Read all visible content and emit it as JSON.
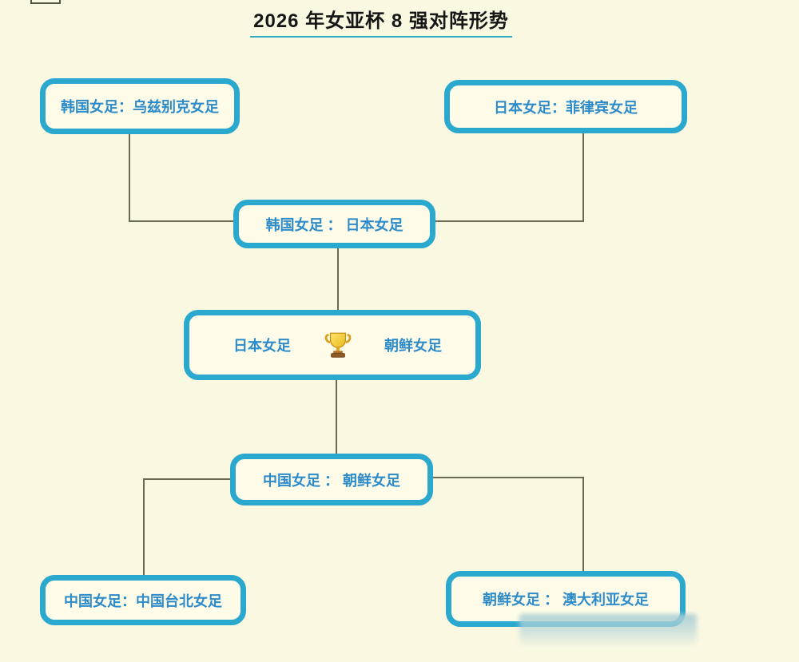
{
  "page": {
    "title": "2026 年女亚杯 8 强对阵形势"
  },
  "colors": {
    "page_bg": "#FBF8E2",
    "box_fill": "#FEFCE9",
    "box_border": "#2BA8CE",
    "text_blue": "#2E8BC9",
    "connector": "#6A6951",
    "title_text": "#161616",
    "title_underline": "#2FAAC3",
    "smudge": "#AFCFD4"
  },
  "bracket": {
    "quarterfinals": [
      {
        "position": "top-left",
        "label": "韩国女足：乌兹别克女足"
      },
      {
        "position": "top-right",
        "label": "日本女足：菲律宾女足"
      },
      {
        "position": "bottom-left",
        "label": "中国女足：中国台北女足"
      },
      {
        "position": "bottom-right",
        "label": "朝鲜女足 ： 澳大利亚女足"
      }
    ],
    "semifinals": [
      {
        "position": "top",
        "label": "韩国女足 ： 日本女足"
      },
      {
        "position": "bottom",
        "label": "中国女足 ： 朝鲜女足"
      }
    ],
    "final": {
      "left_team": "日本女足",
      "right_team": "朝鲜女足",
      "icon": "trophy-icon"
    }
  }
}
